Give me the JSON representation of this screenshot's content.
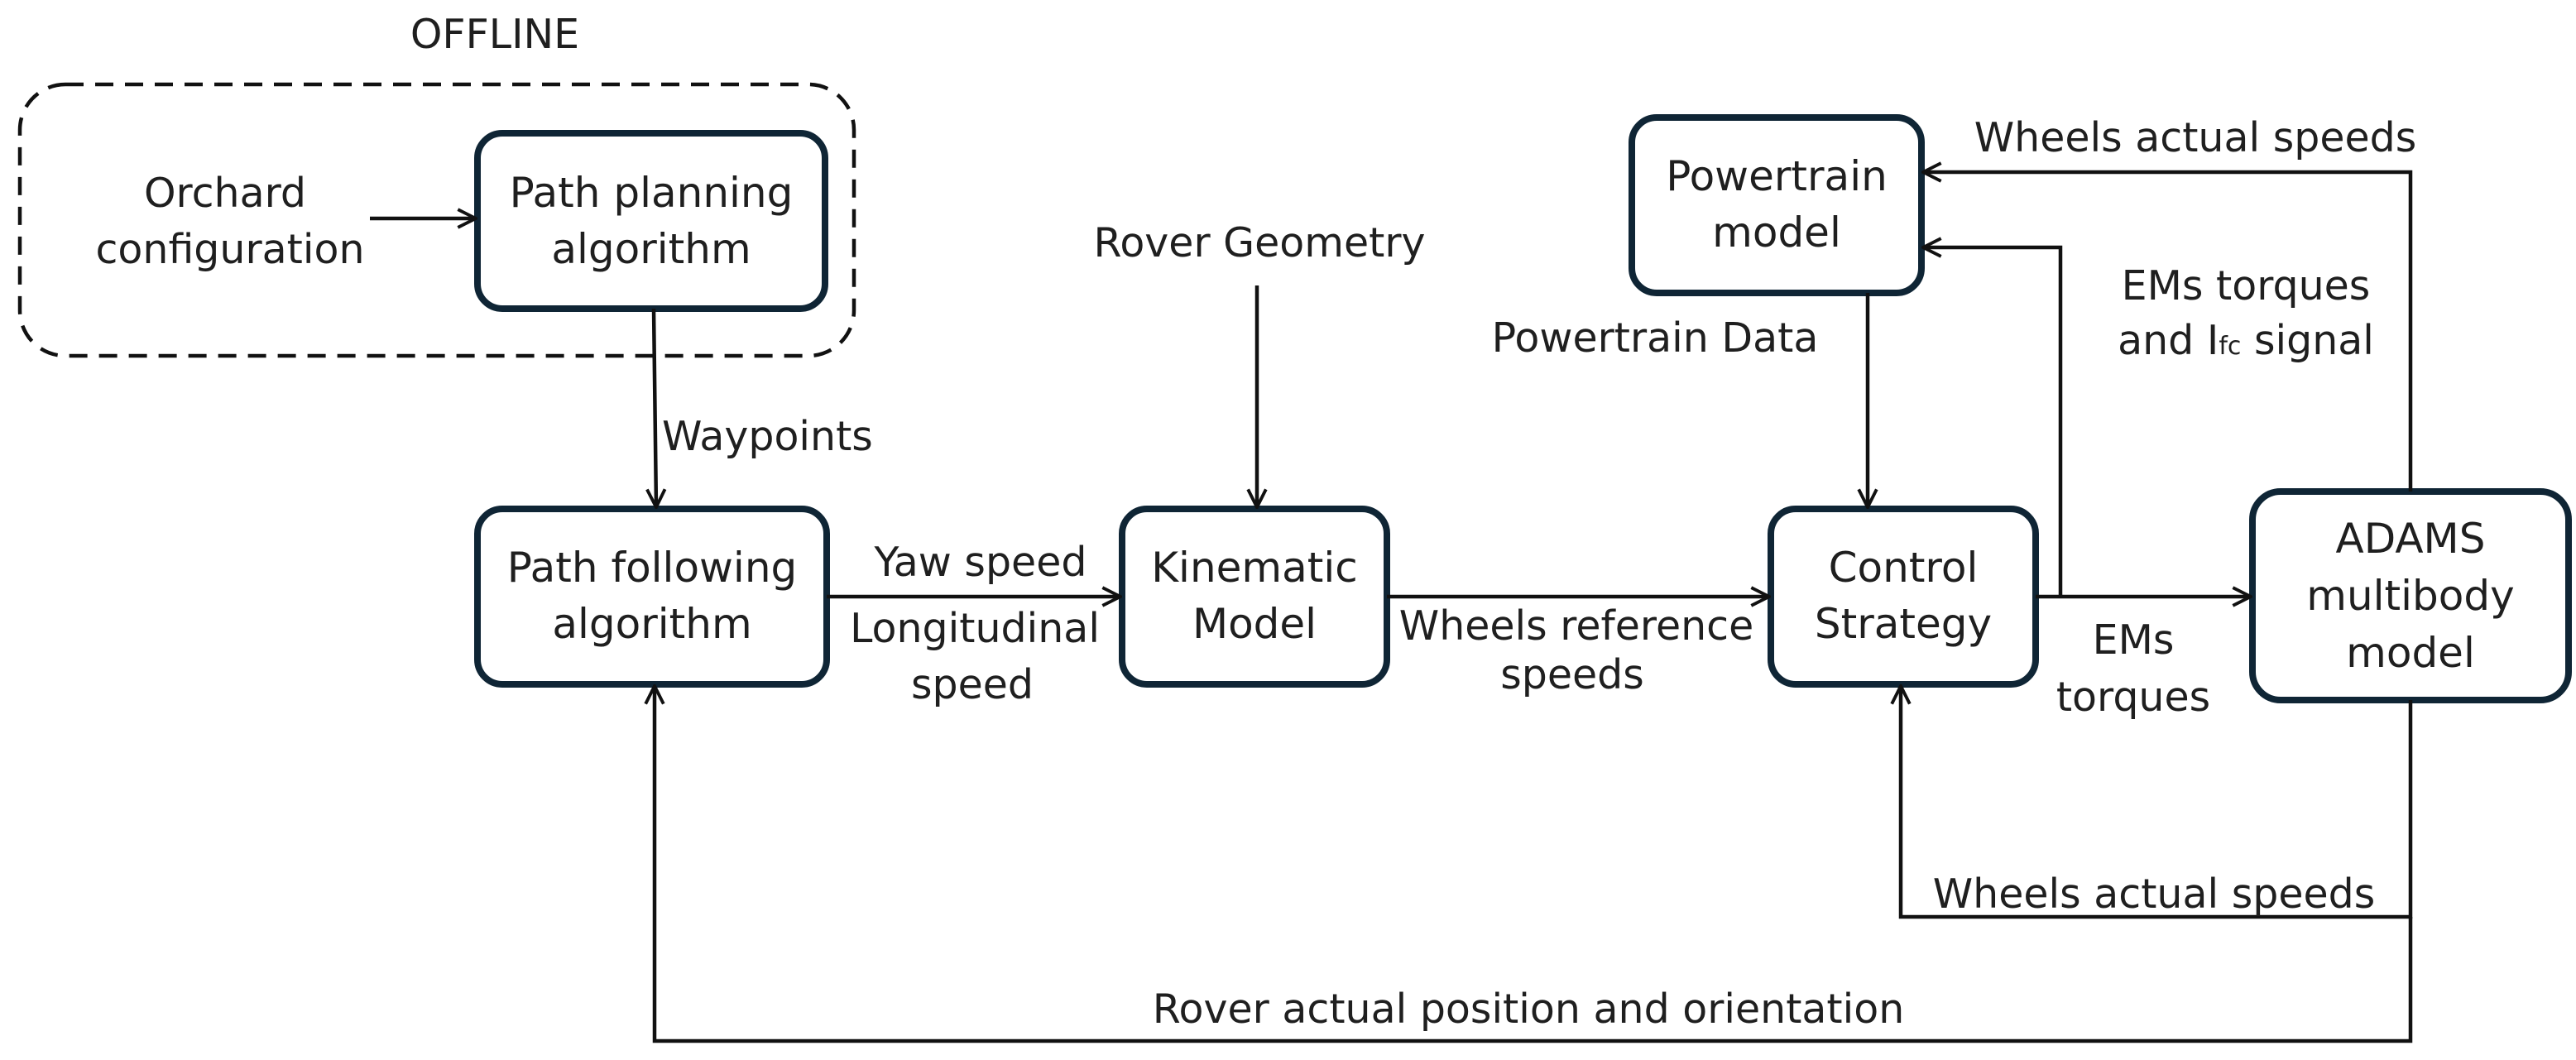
{
  "diagram": {
    "group": {
      "title": "OFFLINE"
    },
    "inputs": {
      "orchard_line1": "Orchard",
      "orchard_line2": "configuration",
      "rover_geometry": "Rover Geometry",
      "powertrain_data": "Powertrain Data"
    },
    "blocks": {
      "path_planning": {
        "line1": "Path planning",
        "line2": "algorithm"
      },
      "path_following": {
        "line1": "Path following",
        "line2": "algorithm"
      },
      "kinematic": {
        "line1": "Kinematic",
        "line2": "Model"
      },
      "control": {
        "line1": "Control",
        "line2": "Strategy"
      },
      "powertrain": {
        "line1": "Powertrain",
        "line2": "model"
      },
      "adams": {
        "line1": "ADAMS",
        "line2": "multibody",
        "line3": "model"
      }
    },
    "edges": {
      "waypoints": "Waypoints",
      "yaw_speed": "Yaw speed",
      "longitudinal_line1": "Longitudinal",
      "longitudinal_line2": "speed",
      "wheels_ref_line1": "Wheels reference",
      "wheels_ref_line2": "speeds",
      "ems_torques_line1": "EMs",
      "ems_torques_line2": "torques",
      "ems_ifc_line1": "EMs torques",
      "ems_ifc_line2_pre": "and I",
      "ems_ifc_line2_sub": "fc",
      "ems_ifc_line2_post": " signal",
      "wheels_actual_top": "Wheels actual speeds",
      "wheels_actual_bottom": "Wheels actual speeds",
      "rover_position": "Rover actual position and orientation"
    }
  }
}
